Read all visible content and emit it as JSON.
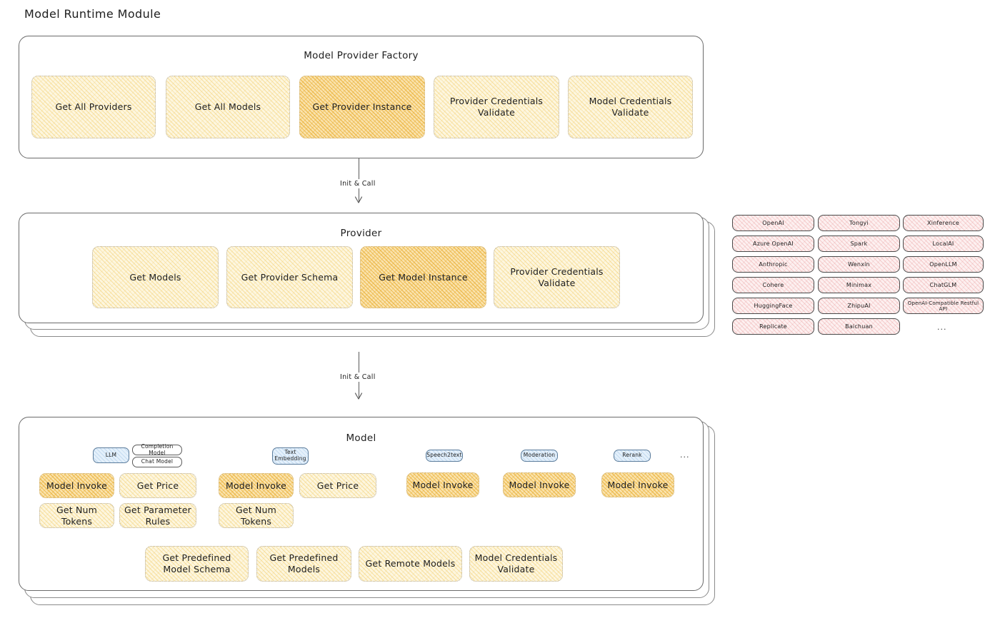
{
  "title": "Model Runtime Module",
  "sections": {
    "factory": {
      "title": "Model Provider Factory",
      "nodes": [
        {
          "label": "Get All Providers",
          "highlight": false
        },
        {
          "label": "Get All Models",
          "highlight": false
        },
        {
          "label": "Get Provider Instance",
          "highlight": true
        },
        {
          "label": "Provider Credentials Validate",
          "highlight": false
        },
        {
          "label": "Model Credentials Validate",
          "highlight": false
        }
      ]
    },
    "provider": {
      "title": "Provider",
      "nodes": [
        {
          "label": "Get Models",
          "highlight": false
        },
        {
          "label": "Get Provider Schema",
          "highlight": false
        },
        {
          "label": "Get Model Instance",
          "highlight": true
        },
        {
          "label": "Provider Credentials Validate",
          "highlight": false
        }
      ]
    },
    "model": {
      "title": "Model",
      "ellipsis": "...",
      "groups": [
        {
          "tag": "LLM",
          "subtags": [
            "Completion Model",
            "Chat Model"
          ],
          "nodes": [
            {
              "label": "Model Invoke",
              "highlight": true
            },
            {
              "label": "Get Price",
              "highlight": false
            },
            {
              "label": "Get Num Tokens",
              "highlight": false
            },
            {
              "label": "Get Parameter Rules",
              "highlight": false
            }
          ]
        },
        {
          "tag": "Text Embedding",
          "subtags": [],
          "nodes": [
            {
              "label": "Model Invoke",
              "highlight": true
            },
            {
              "label": "Get Price",
              "highlight": false
            },
            {
              "label": "Get Num Tokens",
              "highlight": false
            }
          ]
        },
        {
          "tag": "Speech2text",
          "subtags": [],
          "nodes": [
            {
              "label": "Model Invoke",
              "highlight": true
            }
          ]
        },
        {
          "tag": "Moderation",
          "subtags": [],
          "nodes": [
            {
              "label": "Model Invoke",
              "highlight": true
            }
          ]
        },
        {
          "tag": "Rerank",
          "subtags": [],
          "nodes": [
            {
              "label": "Model Invoke",
              "highlight": true
            }
          ]
        }
      ],
      "common_nodes": [
        {
          "label": "Get Predefined Model Schema"
        },
        {
          "label": "Get Predefined Models"
        },
        {
          "label": "Get Remote Models"
        },
        {
          "label": "Model Credentials Validate"
        }
      ]
    }
  },
  "arrows": [
    {
      "label": "Init & Call"
    },
    {
      "label": "Init & Call"
    }
  ],
  "provider_list": {
    "ellipsis": "...",
    "columns": [
      [
        "OpenAI",
        "Azure OpenAI",
        "Anthropic",
        "Cohere",
        "HuggingFace",
        "Replicate"
      ],
      [
        "Tongyi",
        "Spark",
        "Wenxin",
        "Minimax",
        "ZhipuAI",
        "Baichuan"
      ],
      [
        "Xinference",
        "LocalAI",
        "OpenLLM",
        "ChatGLM",
        "OpenAI-Compatible Restful API"
      ]
    ]
  },
  "colors": {
    "node_light": "#fdf6df",
    "node_strong": "#fae3ae",
    "pill": "#fdf0f0",
    "tag_blue": "#e4f0fb",
    "stroke": "#1e1e1e"
  }
}
